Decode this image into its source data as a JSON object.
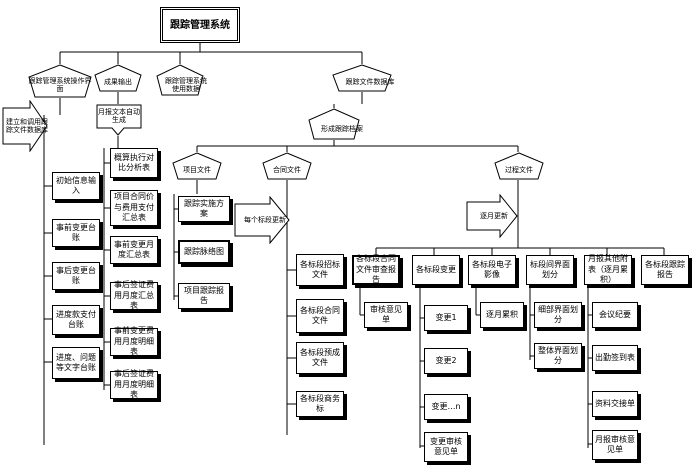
{
  "title": "跟踪管理系统",
  "level1": {
    "interface": "跟踪管理系统操作界面",
    "output": "成果输出",
    "data": "跟踪管理系统使用数据",
    "library": "跟踪文件数据库"
  },
  "build_library": "建立和调用跟踪文件数据库",
  "ledgers": [
    "初始信息输入",
    "事前变更台账",
    "事后变更台账",
    "进度款支付台账",
    "进度、问题等文字台账"
  ],
  "monthly": {
    "label": "月报文本自动生成",
    "items": [
      "概算执行对比分析表",
      "项目合同价与费用支付汇总表",
      "事前变更月度汇总表",
      "事后签证费用月度汇总表",
      "事前变更费用月度明细表",
      "事后签证费用月度明细表"
    ]
  },
  "form_archive": "形成跟踪档案",
  "project_files": {
    "label": "项目文件",
    "items": [
      "跟踪实施方案",
      "跟踪脉络图",
      "项目跟踪报告"
    ]
  },
  "contract_files": {
    "label": "合同文件",
    "update_note": "每个标段更新",
    "items": [
      "各标段招标文件",
      "各标段合同文件",
      "各标段预成文件",
      "各标段商务标"
    ]
  },
  "process_files": {
    "label": "过程文件",
    "update_note": "逐月更新",
    "columns": [
      {
        "title": "各标段合同文件审查报告",
        "items": [
          "审核意见单"
        ]
      },
      {
        "title": "各标段变更",
        "items": [
          "变更1",
          "变更2",
          "变更…n",
          "变更审核意见单"
        ]
      },
      {
        "title": "各标段电子影像",
        "items": [
          "逐月累积"
        ]
      },
      {
        "title": "标段间界面划分",
        "items": [
          "细部界面划分",
          "整体界面划分"
        ]
      },
      {
        "title": "月报其他附表（逐月累积）",
        "items": [
          "会议纪要",
          "出勤签到表",
          "资料交接单",
          "月报审核意见单"
        ]
      },
      {
        "title": "各标段跟踪报告",
        "items": []
      }
    ]
  }
}
